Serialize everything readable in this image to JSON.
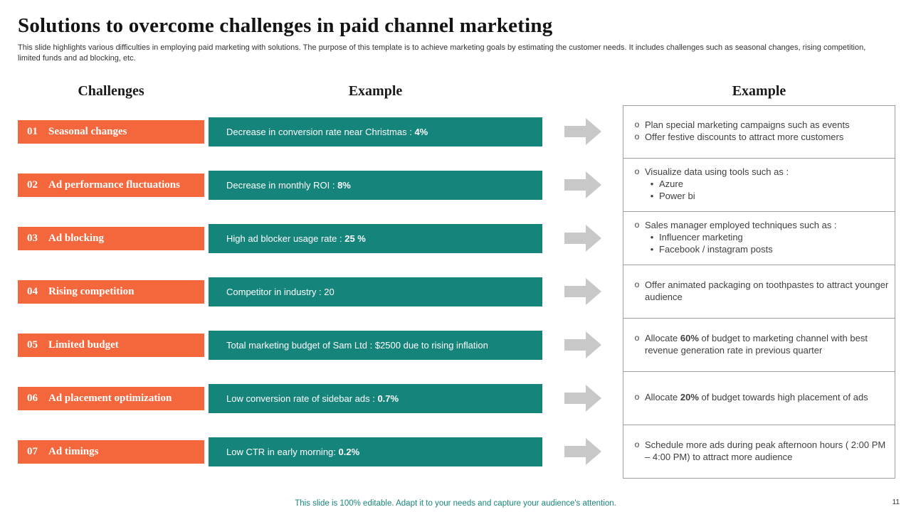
{
  "slide": {
    "title": "Solutions to overcome challenges in paid channel marketing",
    "subtitle": "This slide highlights various difficulties in employing paid marketing with solutions. The purpose of this template is to achieve marketing goals by estimating the customer needs. It includes challenges such as seasonal changes, rising competition, limited funds and ad blocking, etc.",
    "footer": "This slide is 100% editable. Adapt it to your needs and capture your audience's attention.",
    "page_number": "11"
  },
  "headers": {
    "challenges": "Challenges",
    "example1": "Example",
    "example2": "Example"
  },
  "markers": {
    "main": "o",
    "sub": "•"
  },
  "colors": {
    "challenge_orange": "#F4673C",
    "example_teal": "#15847B",
    "arrow_gray": "#C8C8C8",
    "table_border": "#9E9E9E",
    "body_text": "#404040"
  },
  "rows": [
    {
      "number": "01",
      "challenge": "Seasonal changes",
      "example": {
        "prefix": "Decrease in conversion rate near Christmas : ",
        "bold": "4%",
        "suffix": ""
      },
      "solution": {
        "items": [
          {
            "prefix": "Plan special marketing campaigns such as events",
            "bold": "",
            "suffix": ""
          },
          {
            "prefix": "Offer festive discounts to attract more customers",
            "bold": "",
            "suffix": ""
          }
        ]
      }
    },
    {
      "number": "02",
      "challenge": "Ad performance fluctuations",
      "example": {
        "prefix": "Decrease in monthly ROI : ",
        "bold": "8%",
        "suffix": ""
      },
      "solution": {
        "items": [
          {
            "prefix": "Visualize data using tools such as :",
            "bold": "",
            "suffix": "",
            "subs": [
              "Azure",
              "Power bi"
            ]
          }
        ]
      }
    },
    {
      "number": "03",
      "challenge": "Ad blocking",
      "example": {
        "prefix": "High ad blocker usage rate : ",
        "bold": "25 %",
        "suffix": ""
      },
      "solution": {
        "items": [
          {
            "prefix": "Sales manager employed techniques such as :",
            "bold": "",
            "suffix": "",
            "subs": [
              "Influencer marketing",
              "Facebook / instagram posts"
            ]
          }
        ]
      }
    },
    {
      "number": "04",
      "challenge": "Rising competition",
      "example": {
        "prefix": "Competitor in industry : 20",
        "bold": "",
        "suffix": ""
      },
      "solution": {
        "items": [
          {
            "prefix": "Offer animated packaging on toothpastes to attract younger audience",
            "bold": "",
            "suffix": ""
          }
        ]
      }
    },
    {
      "number": "05",
      "challenge": "Limited budget",
      "example": {
        "prefix": "Total marketing budget of Sam Ltd : $2500 due to rising inflation",
        "bold": "",
        "suffix": ""
      },
      "solution": {
        "items": [
          {
            "prefix": "Allocate ",
            "bold": "60%",
            "suffix": " of budget to marketing channel with best revenue generation rate in previous quarter"
          }
        ]
      }
    },
    {
      "number": "06",
      "challenge": "Ad placement optimization",
      "example": {
        "prefix": "Low conversion rate of sidebar ads : ",
        "bold": "0.7%",
        "suffix": ""
      },
      "solution": {
        "items": [
          {
            "prefix": "Allocate ",
            "bold": "20%",
            "suffix": " of budget towards high placement of ads"
          }
        ]
      }
    },
    {
      "number": "07",
      "challenge": "Ad timings",
      "example": {
        "prefix": "Low CTR in early morning: ",
        "bold": "0.2%",
        "suffix": ""
      },
      "solution": {
        "items": [
          {
            "prefix": "Schedule more ads during peak afternoon hours ( 2:00 PM – 4:00 PM) to attract more audience",
            "bold": "",
            "suffix": ""
          }
        ]
      }
    }
  ]
}
